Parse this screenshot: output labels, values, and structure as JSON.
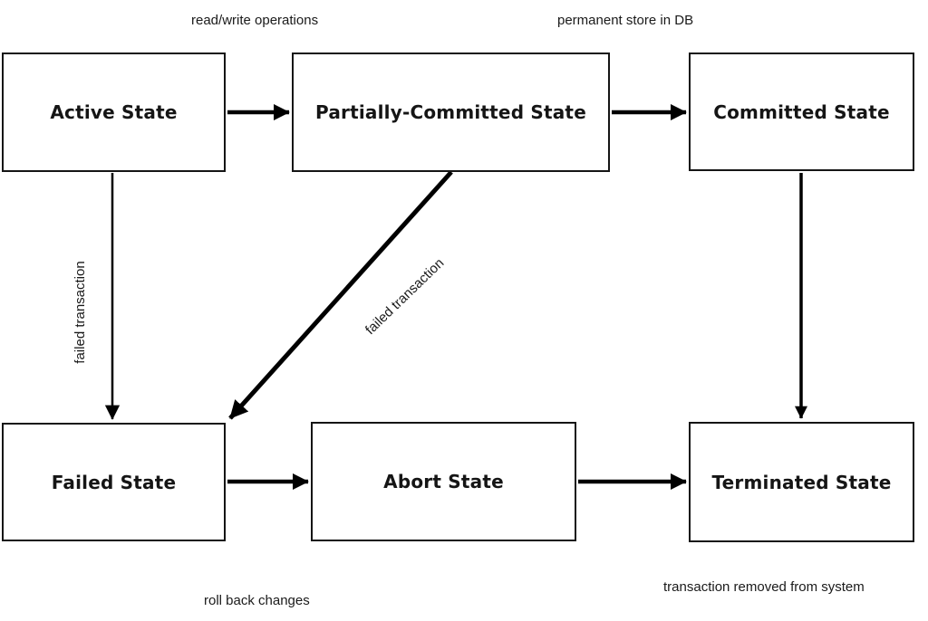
{
  "diagram": {
    "type": "state-transition-diagram",
    "subject": "database transaction states",
    "colors": {
      "background": "#ffffff",
      "node_fill": "#ffffff",
      "node_border": "#151515",
      "arrow": "#000000",
      "text": "#1a1a1a"
    },
    "nodes": [
      {
        "id": "active",
        "label": "Active State"
      },
      {
        "id": "partially-committed",
        "label": "Partially-Committed State"
      },
      {
        "id": "committed",
        "label": "Committed State"
      },
      {
        "id": "failed",
        "label": "Failed State"
      },
      {
        "id": "abort",
        "label": "Abort State"
      },
      {
        "id": "terminated",
        "label": "Terminated State"
      }
    ],
    "edges": [
      {
        "from": "active",
        "to": "partially-committed",
        "label": "read/write operations"
      },
      {
        "from": "partially-committed",
        "to": "committed",
        "label": "permanent store in DB"
      },
      {
        "from": "active",
        "to": "failed",
        "label": "failed transaction"
      },
      {
        "from": "partially-committed",
        "to": "failed",
        "label": "failed transaction"
      },
      {
        "from": "committed",
        "to": "terminated",
        "label": ""
      },
      {
        "from": "failed",
        "to": "abort",
        "label": "roll back changes"
      },
      {
        "from": "abort",
        "to": "terminated",
        "label": "transaction removed from system"
      }
    ]
  }
}
